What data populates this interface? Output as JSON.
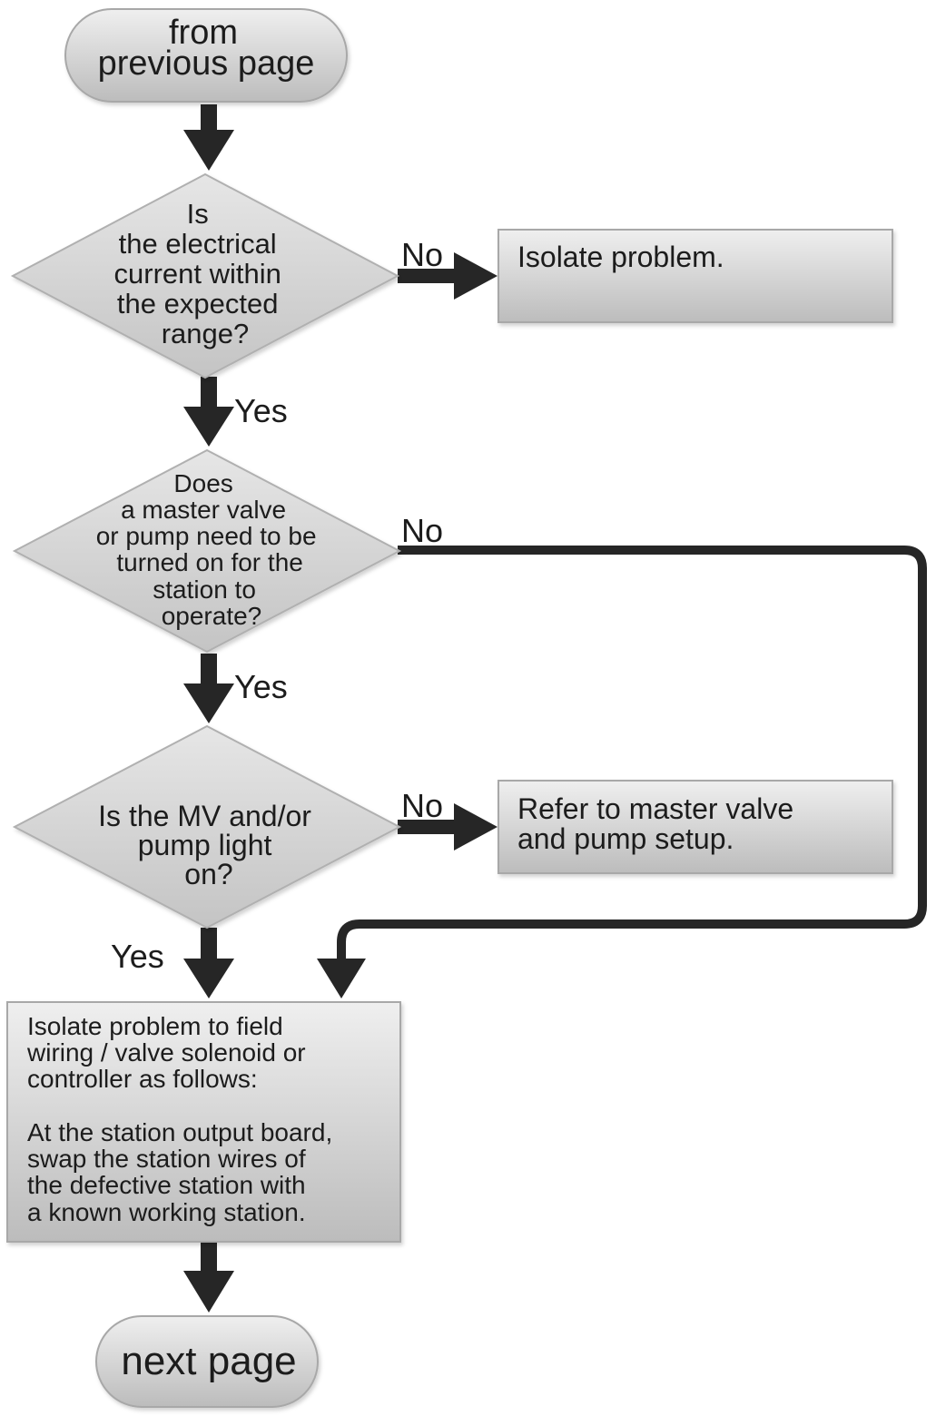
{
  "start": {
    "lines": [
      "from",
      "previous page"
    ]
  },
  "decisions": [
    {
      "id": "q1",
      "lines": [
        "Is",
        "the electrical",
        "current within",
        "the expected",
        "range?"
      ],
      "no_label": "No",
      "yes_label": "Yes"
    },
    {
      "id": "q2",
      "lines": [
        "Does",
        "a master valve",
        "or pump need to be",
        "turned on for the",
        "station to",
        "operate?"
      ],
      "no_label": "No",
      "yes_label": "Yes"
    },
    {
      "id": "q3",
      "lines": [
        "Is the MV and/or",
        "pump light",
        "on?"
      ],
      "no_label": "No",
      "yes_label": "Yes"
    }
  ],
  "actions": {
    "isolate": {
      "lines": [
        "Isolate problem."
      ]
    },
    "refer": {
      "lines": [
        "Refer to master valve",
        "and pump setup."
      ]
    },
    "field_wiring": {
      "lines": [
        "Isolate problem to field",
        "wiring / valve solenoid or",
        "controller as follows:",
        "",
        "At the station output board,",
        "swap the station wires of",
        "the defective station with",
        "a known working station."
      ]
    }
  },
  "end": {
    "lines": [
      "next page"
    ]
  },
  "colors": {
    "shape_fill_top": "#eeeeee",
    "shape_fill_bottom": "#bdbdbd",
    "shape_border": "#a8a8a8",
    "arrow": "#262626",
    "text": "#1c1c1c"
  }
}
